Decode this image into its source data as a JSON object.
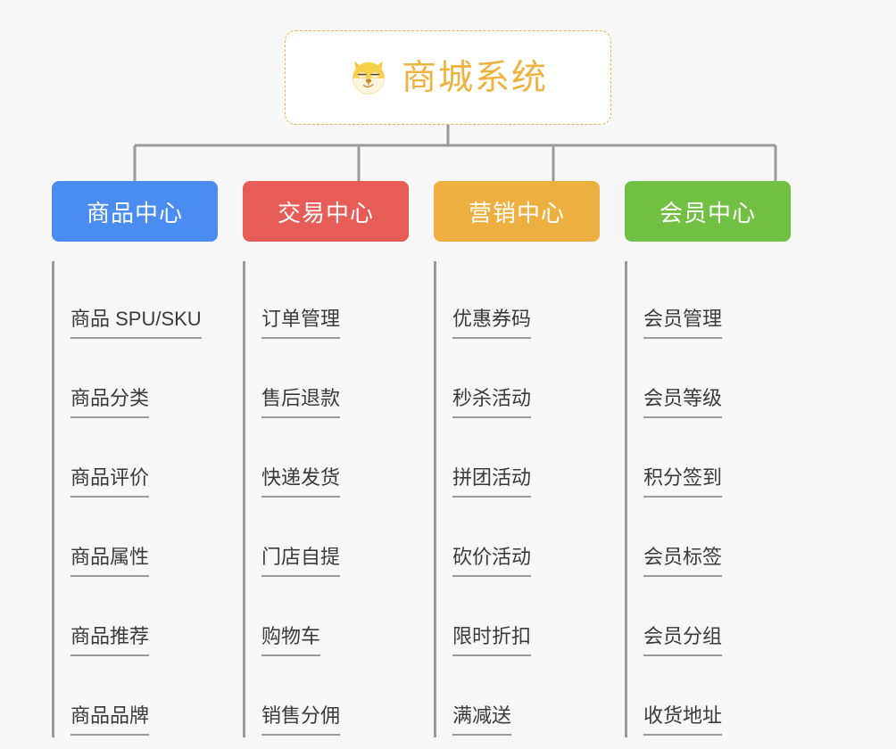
{
  "root": {
    "title": "商城系统",
    "icon": "shiba-dog-icon",
    "title_color": "#eeb33f",
    "border_color": "#edb24a"
  },
  "colors": {
    "background": "#f7f7f7",
    "connector": "#9a9a9a",
    "leaf_text": "#3a3a3a",
    "blue": "#4a8cf0",
    "red": "#e65c57",
    "orange": "#eeaf41",
    "green": "#72c043"
  },
  "columns": [
    {
      "label": "商品中心",
      "color": "#4a8cf0",
      "items": [
        "商品 SPU/SKU",
        "商品分类",
        "商品评价",
        "商品属性",
        "商品推荐",
        "商品品牌"
      ]
    },
    {
      "label": "交易中心",
      "color": "#e65c57",
      "items": [
        "订单管理",
        "售后退款",
        "快递发货",
        "门店自提",
        "购物车",
        "销售分佣"
      ]
    },
    {
      "label": "营销中心",
      "color": "#eeaf41",
      "items": [
        "优惠券码",
        "秒杀活动",
        "拼团活动",
        "砍价活动",
        "限时折扣",
        "满减送"
      ]
    },
    {
      "label": "会员中心",
      "color": "#72c043",
      "items": [
        "会员管理",
        "会员等级",
        "积分签到",
        "会员标签",
        "会员分组",
        "收货地址"
      ]
    }
  ]
}
